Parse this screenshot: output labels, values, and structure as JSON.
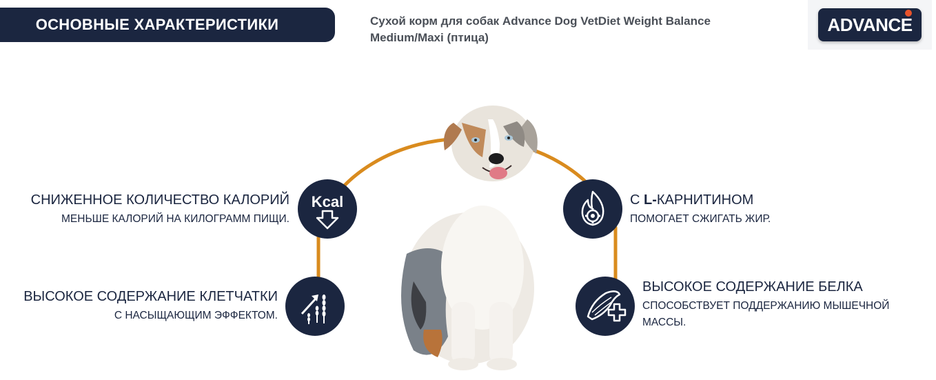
{
  "header": {
    "banner_label": "ОСНОВНЫЕ ХАРАКТЕРИСТИКИ",
    "product_title_line1": "Сухой корм для собак Advance Dog VetDiet Weight Balance",
    "product_title_line2": "Medium/Maxi (птица)",
    "brand_logo_text": "ADVANCE"
  },
  "colors": {
    "navy": "#1b2640",
    "arc_orange": "#d98b1e",
    "logo_dot": "#e8532b",
    "text_gray": "#4a4f57"
  },
  "features": [
    {
      "id": "low-calories",
      "icon": "kcal-down-arrow-icon",
      "icon_text": "Kcal",
      "title": "СНИЖЕННОЕ КОЛИЧЕСТВО КАЛОРИЙ",
      "description": "МЕНЬШЕ КАЛОРИЙ НА КИЛОГРАММ ПИЩИ."
    },
    {
      "id": "high-fiber",
      "icon": "wheat-growth-icon",
      "title": "ВЫСОКОЕ СОДЕРЖАНИЕ КЛЕТЧАТКИ",
      "description": "С НАСЫЩАЮЩИМ ЭФФЕКТОМ."
    },
    {
      "id": "l-carnitine",
      "icon": "flame-gear-icon",
      "title_prefix": "С ",
      "title_bold": "L-",
      "title_suffix": "КАРНИТИНОМ",
      "description": "ПОМОГАЕТ СЖИГАТЬ ЖИР."
    },
    {
      "id": "high-protein",
      "icon": "muscle-plus-icon",
      "title": "ВЫСОКОЕ СОДЕРЖАНИЕ БЕЛКА",
      "description_line1": "СПОСОБСТВУЕТ ПОДДЕРЖАНИЮ МЫШЕЧНОЙ",
      "description_line2": "МАССЫ."
    }
  ]
}
